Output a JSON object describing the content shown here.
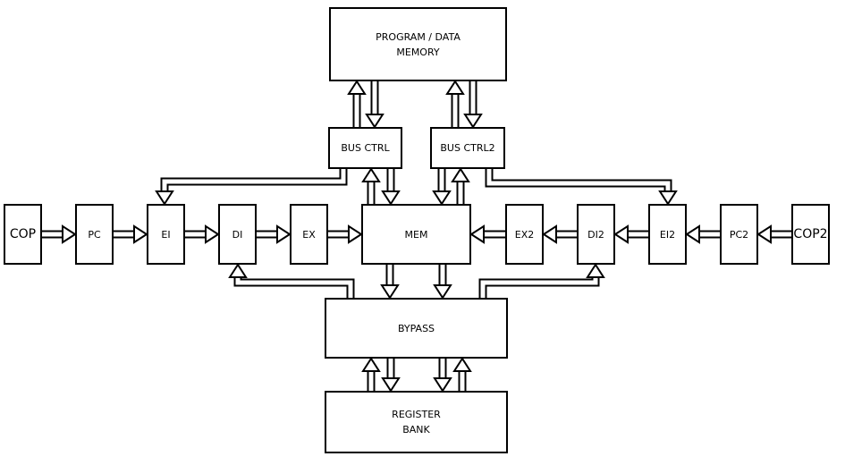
{
  "blocks": {
    "memory": "PROGRAM / DATA\nMEMORY",
    "bus_ctrl": "BUS CTRL",
    "bus_ctrl2": "BUS CTRL2",
    "cop": "COP",
    "pc": "PC",
    "ei": "EI",
    "di": "DI",
    "ex": "EX",
    "mem": "MEM",
    "ex2": "EX2",
    "di2": "DI2",
    "ei2": "EI2",
    "pc2": "PC2",
    "cop2": "COP2",
    "bypass": "BYPASS",
    "register_bank": "REGISTER\nBANK"
  },
  "colors": {
    "line": "#000000",
    "fill": "#ffffff"
  }
}
